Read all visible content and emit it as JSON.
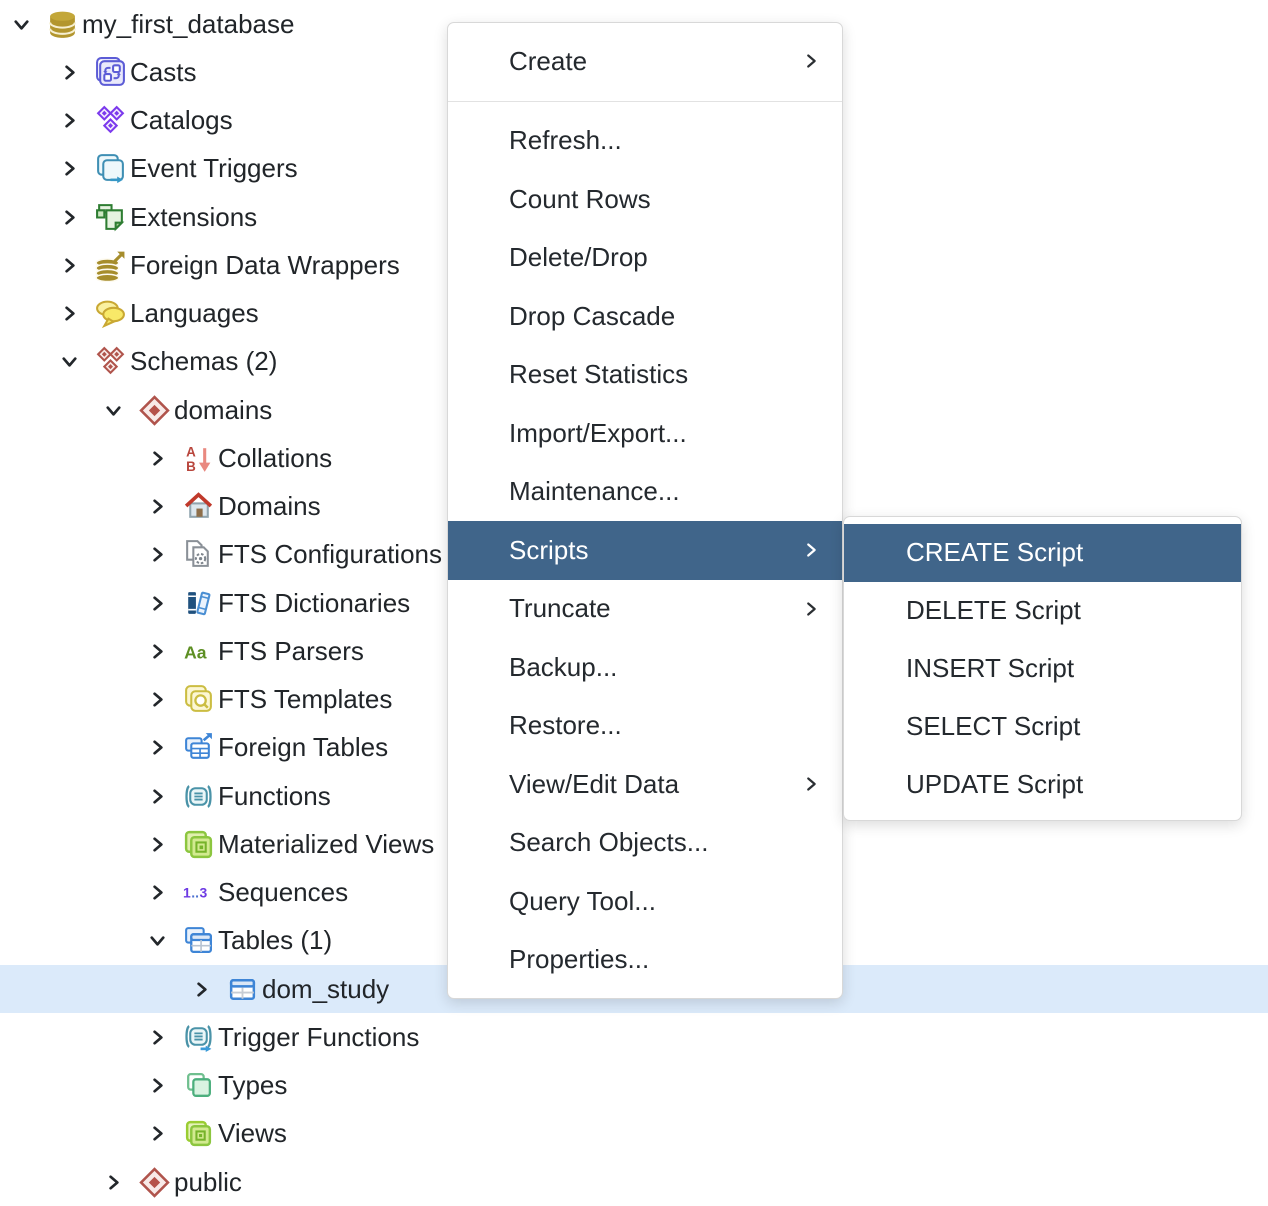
{
  "colors": {
    "menu_highlight": "#40658a",
    "tree_selection": "#dbeafa",
    "tree_text": "#212529",
    "menu_text": "#24292e"
  },
  "tree": {
    "items": [
      {
        "label": "my_first_database",
        "level": 0,
        "icon": "database-icon",
        "chevron": "expanded",
        "selected": false
      },
      {
        "label": "Casts",
        "level": 1,
        "icon": "casts-icon",
        "chevron": "collapsed",
        "selected": false
      },
      {
        "label": "Catalogs",
        "level": 1,
        "icon": "catalogs-icon",
        "chevron": "collapsed",
        "selected": false
      },
      {
        "label": "Event Triggers",
        "level": 1,
        "icon": "event-triggers-icon",
        "chevron": "collapsed",
        "selected": false
      },
      {
        "label": "Extensions",
        "level": 1,
        "icon": "extensions-icon",
        "chevron": "collapsed",
        "selected": false
      },
      {
        "label": "Foreign Data Wrappers",
        "level": 1,
        "icon": "foreign-data-wrappers-icon",
        "chevron": "collapsed",
        "selected": false
      },
      {
        "label": "Languages",
        "level": 1,
        "icon": "languages-icon",
        "chevron": "collapsed",
        "selected": false
      },
      {
        "label": "Schemas (2)",
        "level": 1,
        "icon": "schemas-icon",
        "chevron": "expanded",
        "selected": false
      },
      {
        "label": "domains",
        "level": 2,
        "icon": "schema-icon",
        "chevron": "expanded",
        "selected": false
      },
      {
        "label": "Collations",
        "level": 3,
        "icon": "collations-icon",
        "chevron": "collapsed",
        "selected": false
      },
      {
        "label": "Domains",
        "level": 3,
        "icon": "domains-icon",
        "chevron": "collapsed",
        "selected": false
      },
      {
        "label": "FTS Configurations",
        "level": 3,
        "icon": "fts-configurations-icon",
        "chevron": "collapsed",
        "selected": false
      },
      {
        "label": "FTS Dictionaries",
        "level": 3,
        "icon": "fts-dictionaries-icon",
        "chevron": "collapsed",
        "selected": false
      },
      {
        "label": "FTS Parsers",
        "level": 3,
        "icon": "fts-parsers-icon",
        "chevron": "collapsed",
        "selected": false
      },
      {
        "label": "FTS Templates",
        "level": 3,
        "icon": "fts-templates-icon",
        "chevron": "collapsed",
        "selected": false
      },
      {
        "label": "Foreign Tables",
        "level": 3,
        "icon": "foreign-tables-icon",
        "chevron": "collapsed",
        "selected": false
      },
      {
        "label": "Functions",
        "level": 3,
        "icon": "functions-icon",
        "chevron": "collapsed",
        "selected": false
      },
      {
        "label": "Materialized Views",
        "level": 3,
        "icon": "materialized-views-icon",
        "chevron": "collapsed",
        "selected": false
      },
      {
        "label": "Sequences",
        "level": 3,
        "icon": "sequences-icon",
        "chevron": "collapsed",
        "selected": false
      },
      {
        "label": "Tables (1)",
        "level": 3,
        "icon": "tables-icon",
        "chevron": "expanded",
        "selected": false
      },
      {
        "label": "dom_study",
        "level": 4,
        "icon": "table-icon",
        "chevron": "collapsed",
        "selected": true
      },
      {
        "label": "Trigger Functions",
        "level": 3,
        "icon": "trigger-functions-icon",
        "chevron": "collapsed",
        "selected": false
      },
      {
        "label": "Types",
        "level": 3,
        "icon": "types-icon",
        "chevron": "collapsed",
        "selected": false
      },
      {
        "label": "Views",
        "level": 3,
        "icon": "views-icon",
        "chevron": "collapsed",
        "selected": false
      },
      {
        "label": "public",
        "level": 2,
        "icon": "schema-icon",
        "chevron": "collapsed",
        "selected": false
      }
    ]
  },
  "context_menu": {
    "items": [
      {
        "label": "Create",
        "submenu_arrow": true,
        "separator_after": true,
        "highlighted": false
      },
      {
        "label": "Refresh...",
        "submenu_arrow": false,
        "highlighted": false
      },
      {
        "label": "Count Rows",
        "submenu_arrow": false,
        "highlighted": false
      },
      {
        "label": "Delete/Drop",
        "submenu_arrow": false,
        "highlighted": false
      },
      {
        "label": "Drop Cascade",
        "submenu_arrow": false,
        "highlighted": false
      },
      {
        "label": "Reset Statistics",
        "submenu_arrow": false,
        "highlighted": false
      },
      {
        "label": "Import/Export...",
        "submenu_arrow": false,
        "highlighted": false
      },
      {
        "label": "Maintenance...",
        "submenu_arrow": false,
        "highlighted": false
      },
      {
        "label": "Scripts",
        "submenu_arrow": true,
        "highlighted": true
      },
      {
        "label": "Truncate",
        "submenu_arrow": true,
        "highlighted": false
      },
      {
        "label": "Backup...",
        "submenu_arrow": false,
        "highlighted": false
      },
      {
        "label": "Restore...",
        "submenu_arrow": false,
        "highlighted": false
      },
      {
        "label": "View/Edit Data",
        "submenu_arrow": true,
        "highlighted": false
      },
      {
        "label": "Search Objects...",
        "submenu_arrow": false,
        "highlighted": false
      },
      {
        "label": "Query Tool...",
        "submenu_arrow": false,
        "highlighted": false
      },
      {
        "label": "Properties...",
        "submenu_arrow": false,
        "highlighted": false
      }
    ]
  },
  "scripts_submenu": {
    "items": [
      {
        "label": "CREATE Script",
        "highlighted": true
      },
      {
        "label": "DELETE Script",
        "highlighted": false
      },
      {
        "label": "INSERT Script",
        "highlighted": false
      },
      {
        "label": "SELECT Script",
        "highlighted": false
      },
      {
        "label": "UPDATE Script",
        "highlighted": false
      }
    ]
  }
}
